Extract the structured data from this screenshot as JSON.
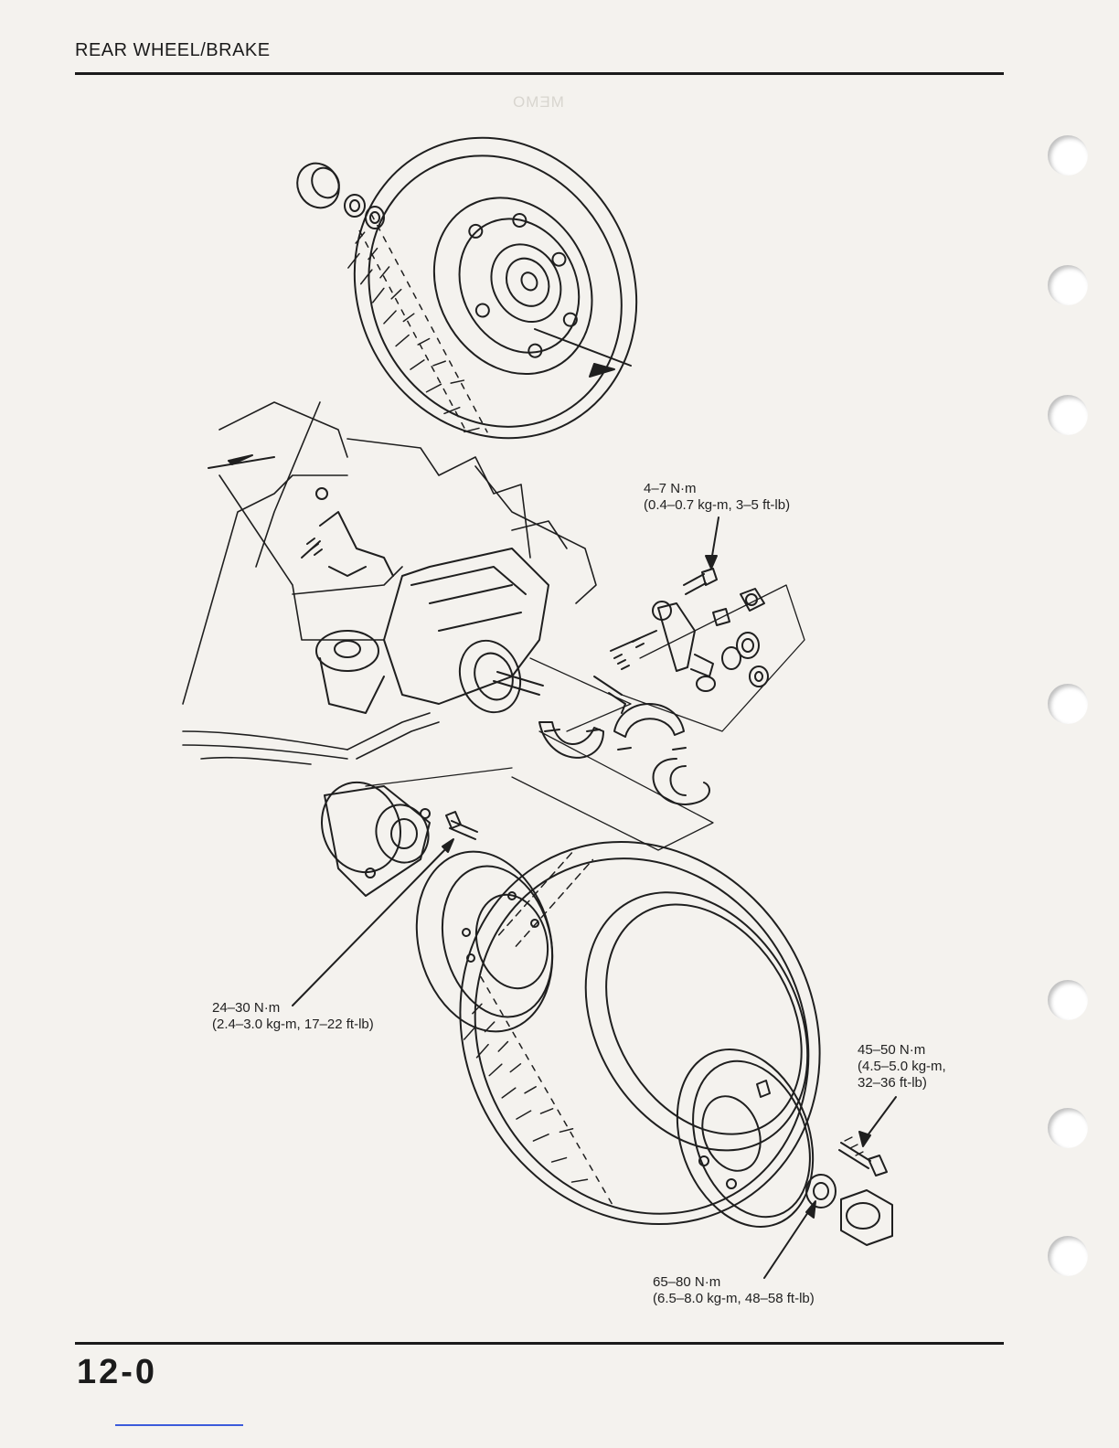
{
  "header": {
    "section_title": "REAR WHEEL/BRAKE"
  },
  "ghost_text": "MEMO",
  "page_number": "12-0",
  "torque_specs": {
    "brake_arm_bolt": {
      "line1": "4–7 N·m",
      "line2": "(0.4–0.7 kg-m, 3–5 ft-lb)"
    },
    "hub_bolt": {
      "line1": "24–30 N·m",
      "line2": "(2.4–3.0 kg-m, 17–22 ft-lb)"
    },
    "wheel_bolt": {
      "line1": "45–50 N·m",
      "line2": "(4.5–5.0 kg-m,",
      "line3": "32–36 ft-lb)"
    },
    "axle_nut": {
      "line1": "65–80 N·m",
      "line2": "(6.5–8.0 kg-m, 48–58 ft-lb)"
    }
  }
}
